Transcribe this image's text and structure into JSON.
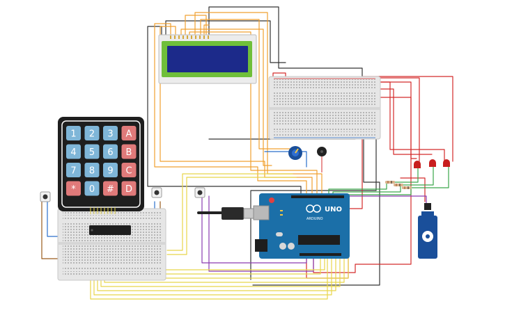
{
  "keypad": {
    "keys": [
      "1",
      "2",
      "3",
      "A",
      "4",
      "5",
      "6",
      "B",
      "7",
      "8",
      "9",
      "C",
      "*",
      "0",
      "#",
      "D"
    ]
  },
  "arduino": {
    "brand": "UNO",
    "maker": "ARDUINO"
  },
  "colors": {
    "background": "#ffffff",
    "breadboard": "#e6e6e6",
    "lcd_screen": "#1c2a8a",
    "lcd_bezel": "#6fbf3a",
    "arduino_board": "#1b6fa8",
    "keypad_body": "#1e1e1e",
    "key_blue": "#7fb6d8",
    "key_red": "#e07a7a",
    "wire_yellow": "#e8d54a",
    "wire_orange": "#f0a030",
    "wire_red": "#d42a2a",
    "wire_black": "#333333",
    "wire_green": "#3aa64a",
    "wire_purple": "#8a3bb0",
    "wire_brown": "#9a5a1a",
    "wire_blue": "#2a6fcc",
    "servo_body": "#1a4f9a",
    "potentiometer": "#1a4f9a"
  },
  "components": {
    "lcd": "lcd-16x2",
    "keypad": "keypad-4x4",
    "arduino": "arduino-uno",
    "breadboard_top": "breadboard-small",
    "breadboard_left": "breadboard-small",
    "potentiometer": "potentiometer",
    "piezo": "piezo-buzzer",
    "leds": 3,
    "resistors": 3,
    "pushbuttons": 3,
    "servo": "micro-servo",
    "ic": "dip-ic"
  }
}
